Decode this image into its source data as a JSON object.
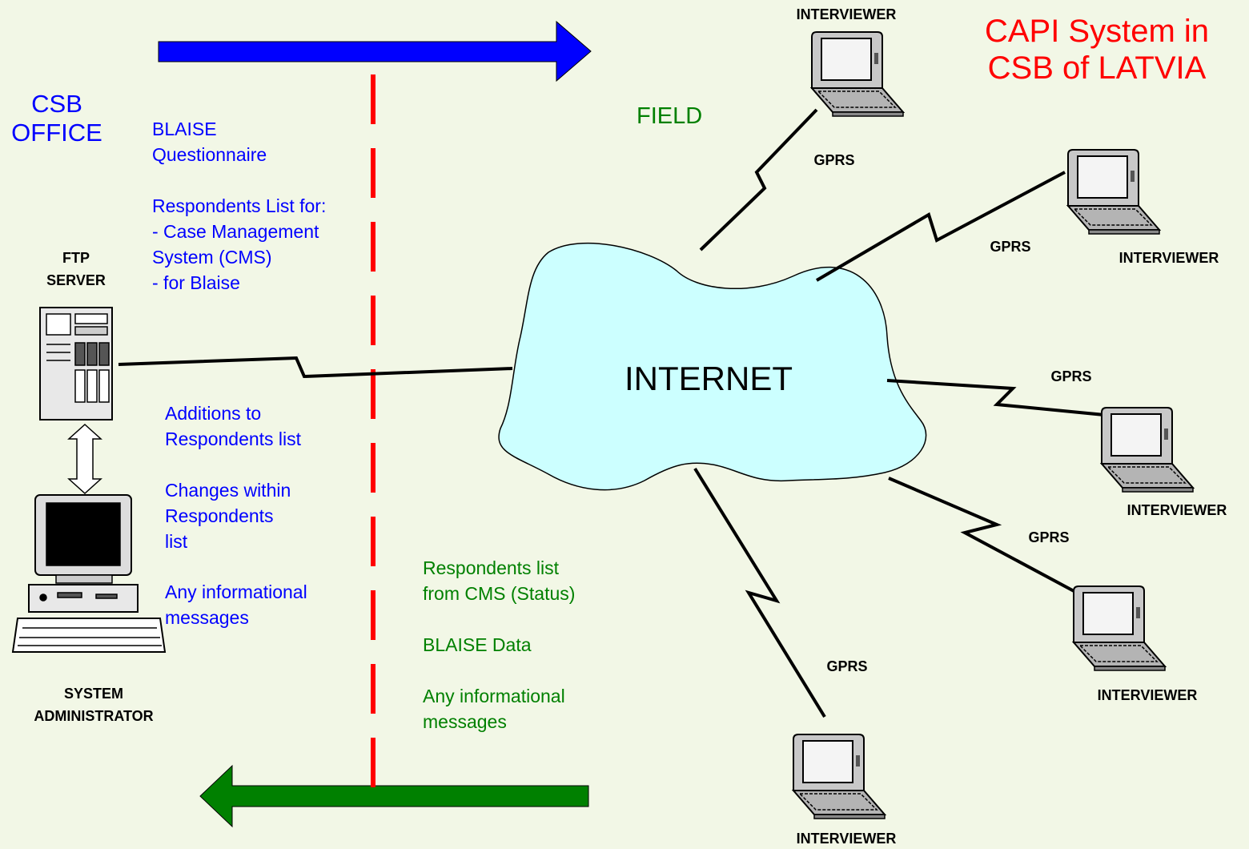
{
  "title": "CAPI System in\nCSB of LATVIA",
  "office_label": "CSB\nOFFICE",
  "field_label": "FIELD",
  "internet_label": "INTERNET",
  "ftp_server_label": "FTP\nSERVER",
  "sysadmin_label": "SYSTEM\nADMINISTRATOR",
  "outgoing_items": {
    "questionnaire": "BLAISE\nQuestionnaire",
    "respondents": "Respondents List for:\n- Case Management\nSystem (CMS)\n- for Blaise"
  },
  "admin_items": {
    "additions": "Additions to\nRespondents list",
    "changes": "Changes within\nRespondents\nlist",
    "messages": "Any informational\nmessages"
  },
  "incoming_items": {
    "status": "Respondents list\nfrom CMS (Status)",
    "data": "BLAISE Data",
    "messages": "Any informational\nmessages"
  },
  "interviewer_label": "INTERVIEWER",
  "link_label": "GPRS",
  "colors": {
    "background": "#f2f7e6",
    "outgoing_arrow": "#0000ff",
    "incoming_arrow": "#008000",
    "boundary_line": "#ff0000",
    "cloud": "#ccffff"
  }
}
